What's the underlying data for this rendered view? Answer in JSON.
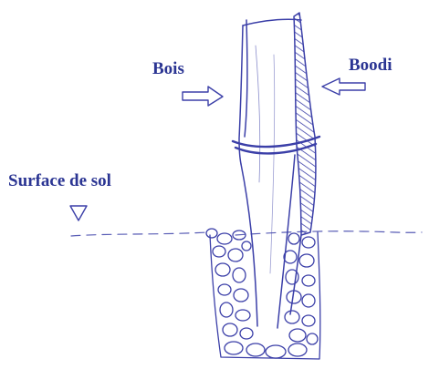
{
  "labels": {
    "bois": "Bois",
    "boodi": "Boodi",
    "ground_surface": "Surface de sol"
  },
  "colors": {
    "ink": "#3b3fa8",
    "label": "#2b3593",
    "background": "#ffffff"
  },
  "icons": {
    "ground_marker": "down-triangle-icon",
    "bois_pointer": "right-arrow-icon",
    "boodi_pointer": "left-arrow-icon"
  }
}
